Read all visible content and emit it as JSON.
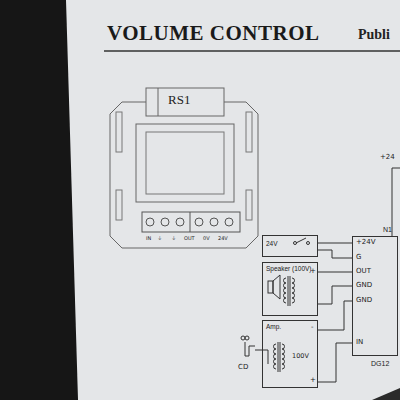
{
  "diagram": {
    "title": "VOLUME CONTROL",
    "nodes": [
      {
        "text": [
          "24V"
        ]
      },
      {
        "text": [
          "Speaker (100V)"
        ]
      },
      {
        "text": [
          "Amp."
        ]
      },
      {
        "text": [
          "N1",
          "DG12"
        ]
      }
    ],
    "edges": [
      {
        "from": 0,
        "to": 3,
        "arrow": "none"
      },
      {
        "from": 0,
        "to": 3,
        "arrow": "none"
      },
      {
        "from": 1,
        "to": 3,
        "arrow": "none"
      },
      {
        "from": 1,
        "to": 3,
        "arrow": "none"
      },
      {
        "from": 2,
        "to": 3,
        "arrow": "none"
      },
      {
        "from": 2,
        "to": 3,
        "arrow": "none"
      }
    ],
    "labels": [
      "Publi",
      "RS1",
      "IN",
      "⏚",
      "⏚",
      "OUT",
      "0V",
      "24V",
      "+24",
      "+24V",
      "G",
      "OUT",
      "GND",
      "GND",
      "IN",
      "100V",
      "CD",
      "+",
      "-",
      "+"
    ]
  }
}
